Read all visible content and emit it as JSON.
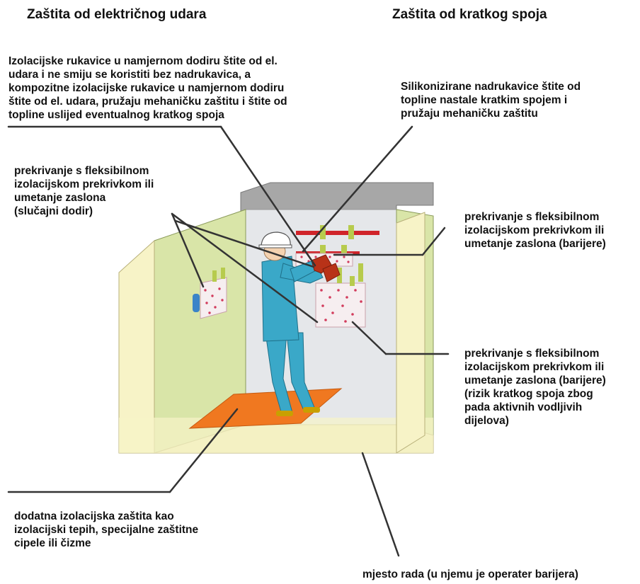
{
  "headings": {
    "left": "Zaštita od električnog udara",
    "right": "Zaštita od kratkog spoja"
  },
  "notes": {
    "gloves_insulating": [
      "Izolacijske rukavice u namjernom dodiru štite od el.",
      "udara i ne smiju se koristiti bez nadrukavica, a",
      "kompozitne izolacijske rukavice u namjernom dodiru",
      "štite od el. udara, pružaju mehaničku zaštitu i štite od",
      "topline uslijed eventualnog kratkog spoja"
    ],
    "oversleeves": [
      "Silikonizirane nadrukavice štite od",
      "topline nastale kratkim spojem i",
      "pružaju mehaničku zaštitu"
    ],
    "cover_accidental": [
      "prekrivanje s fleksibilnom",
      "izolacijskom prekrivkom ili",
      "umetanje zaslona",
      "(slučajni dodir)"
    ],
    "cover_barrier_top": [
      "prekrivanje s fleksibilnom",
      "izolacijskom prekrivkom ili",
      "umetanje zaslona (barijere)"
    ],
    "cover_barrier_short": [
      "prekrivanje s fleksibilnom",
      "izolacijskom prekrivkom ili",
      "umetanje zaslona (barijere)",
      "(rizik kratkog spoja zbog",
      "pada aktivnih vodljivih",
      "dijelova)"
    ],
    "insulating_mat": [
      "dodatna izolacijska zaštita kao",
      "izolacijski tepih, specijalne zaštitne",
      "cipele ili čizme"
    ],
    "workplace": [
      "mjesto rada (u njemu je operater barijera)"
    ]
  },
  "colors": {
    "cubicle_wall": "#f7f3c7",
    "side_wall": "#d9e5a8",
    "back_panel": "#e5e7ea",
    "roof": "#a7a7a7",
    "mat": "#f07820",
    "worker_suit": "#3aa8c8",
    "helmet": "#ffffff",
    "gloves": "#b83218",
    "busbar": "#d0242a",
    "cover_sheet": "#f6eef0",
    "cover_dots": "#d23b5c",
    "insulator": "#b7cb4d",
    "leader_line": "#333333"
  }
}
